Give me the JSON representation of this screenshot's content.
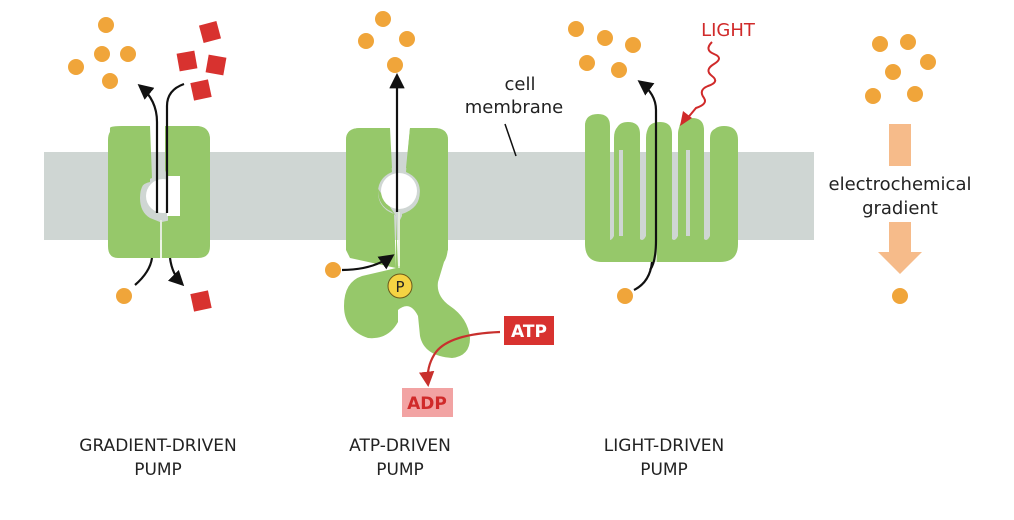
{
  "labels": {
    "cell_membrane_line1": "cell",
    "cell_membrane_line2": "membrane",
    "light": "LIGHT",
    "electrochemical": "electrochemical",
    "gradient": "gradient",
    "phosphate": "P",
    "atp": "ATP",
    "adp": "ADP"
  },
  "captions": {
    "gradient_pump_line1": "GRADIENT-DRIVEN",
    "gradient_pump_line2": "PUMP",
    "atp_pump_line1": "ATP-DRIVEN",
    "atp_pump_line2": "PUMP",
    "light_pump_line1": "LIGHT-DRIVEN",
    "light_pump_line2": "PUMP"
  },
  "colors": {
    "membrane": "#cfd6d3",
    "protein": "#96c86a",
    "solute_circle": "#f0a53a",
    "solute_square": "#d8322f",
    "light_text": "#d02a2a",
    "atp_box": "#d8322f",
    "adp_box": "#f2a3a3",
    "gradient_arrow": "#f6bb8a",
    "arrow": "#111111"
  }
}
